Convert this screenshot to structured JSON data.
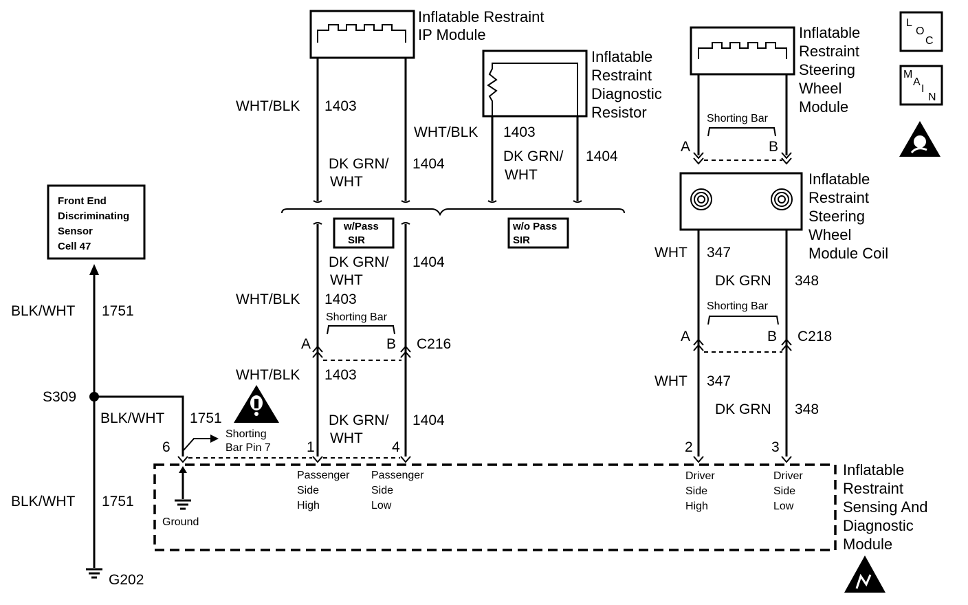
{
  "components": {
    "ip_module": [
      "Inflatable Restraint",
      "IP Module"
    ],
    "diag_resistor": [
      "Inflatable",
      "Restraint",
      "Diagnostic",
      "Resistor"
    ],
    "steering_module": [
      "Inflatable",
      "Restraint",
      "Steering",
      "Wheel",
      "Module"
    ],
    "steering_coil": [
      "Inflatable",
      "Restraint",
      "Steering",
      "Wheel",
      "Module Coil"
    ],
    "sdm": [
      "Inflatable",
      "Restraint",
      "Sensing And",
      "Diagnostic",
      "Module"
    ],
    "front_sensor": [
      "Front End",
      "Discriminating",
      "Sensor",
      "Cell 47"
    ]
  },
  "options": {
    "with_pass": [
      "w/Pass",
      "SIR"
    ],
    "without_pass": [
      "w/o Pass",
      "SIR"
    ]
  },
  "wires": {
    "wht_blk": "WHT/BLK",
    "c1403": "1403",
    "dk_grn_wht_1": "DK GRN/",
    "dk_grn_wht_2": "WHT",
    "c1404": "1404",
    "wht": "WHT",
    "c347": "347",
    "dk_grn": "DK GRN",
    "c348": "348",
    "blk_wht": "BLK/WHT",
    "c1751": "1751"
  },
  "connectors": {
    "c216": "C216",
    "c218": "C218",
    "pin_a": "A",
    "pin_b": "B",
    "shorting_bar": "Shorting Bar",
    "shorting_bar_pin7": [
      "Shorting",
      "Bar Pin 7"
    ]
  },
  "splices": {
    "s309": "S309",
    "g202": "G202",
    "ground": "Ground"
  },
  "sdm_pins": {
    "p6": "6",
    "p1": "1",
    "p4": "4",
    "p2": "2",
    "p3": "3",
    "pass_high": [
      "Passenger",
      "Side",
      "High"
    ],
    "pass_low": [
      "Passenger",
      "Side",
      "Low"
    ],
    "drv_high": [
      "Driver",
      "Side",
      "High"
    ],
    "drv_low": [
      "Driver",
      "Side",
      "Low"
    ]
  },
  "symbols": {
    "loc": [
      "L",
      "O",
      "C"
    ],
    "main": [
      "M",
      "A",
      "I",
      "N"
    ],
    "icons": [
      "airbag-warning-icon",
      "caution-icon",
      "esd-icon"
    ]
  }
}
